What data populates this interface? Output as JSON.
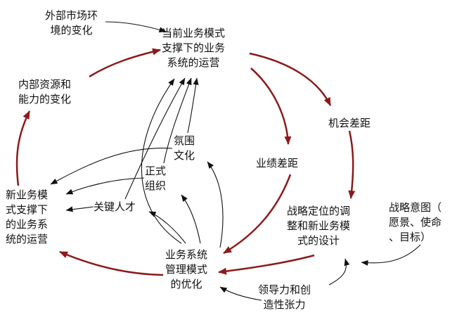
{
  "colors": {
    "loop": "#8b1a1a",
    "influence": "#111111",
    "background": "#ffffff"
  },
  "nodes": {
    "external": "外部市场环\n境的变化",
    "current_ops": "当前业务模式\n支撑下的业务\n系统的运营",
    "internal": "内部资源和\n能力的变化",
    "opportunity_gap": "机会差距",
    "atmosphere": "氛围\n文化",
    "formal_org": "正式\n组织",
    "performance_gap": "业绩差距",
    "new_ops": "新业务模\n式支撑下\n的业务系\n统的运营",
    "key_talent": "关键人才",
    "strategy_design": "战略定位的调\n整和新业务模\n式的设计",
    "strategic_intent": "战略意图（\n愿景、使命\n、目标）",
    "optimization": "业务系统\n管理模式\n的优化",
    "leadership": "领导力和创\n造性张力"
  },
  "links": [
    {
      "from": "current_ops",
      "to": "opportunity_gap",
      "kind": "loop"
    },
    {
      "from": "opportunity_gap",
      "to": "strategy_design",
      "kind": "loop"
    },
    {
      "from": "current_ops",
      "to": "performance_gap",
      "kind": "loop"
    },
    {
      "from": "performance_gap",
      "to": "optimization",
      "kind": "loop"
    },
    {
      "from": "strategy_design",
      "to": "optimization",
      "kind": "loop"
    },
    {
      "from": "optimization",
      "to": "new_ops",
      "kind": "loop"
    },
    {
      "from": "new_ops",
      "to": "internal",
      "kind": "loop"
    },
    {
      "from": "internal",
      "to": "current_ops",
      "kind": "loop"
    },
    {
      "from": "external",
      "to": "current_ops",
      "kind": "influence"
    },
    {
      "from": "atmosphere",
      "to": "new_ops",
      "kind": "influence"
    },
    {
      "from": "formal_org",
      "to": "new_ops",
      "kind": "influence"
    },
    {
      "from": "key_talent",
      "to": "new_ops",
      "kind": "influence"
    },
    {
      "from": "optimization",
      "to": "key_talent",
      "kind": "influence"
    },
    {
      "from": "optimization",
      "to": "formal_org",
      "kind": "influence"
    },
    {
      "from": "optimization",
      "to": "atmosphere",
      "kind": "influence"
    },
    {
      "from": "optimization",
      "to": "current_ops",
      "kind": "influence"
    },
    {
      "from": "key_talent",
      "to": "current_ops",
      "kind": "influence"
    },
    {
      "from": "formal_org",
      "to": "current_ops",
      "kind": "influence"
    },
    {
      "from": "atmosphere",
      "to": "current_ops",
      "kind": "influence"
    },
    {
      "from": "strategic_intent",
      "to": "strategy_design",
      "kind": "influence"
    },
    {
      "from": "leadership",
      "to": "strategy_design",
      "kind": "influence"
    },
    {
      "from": "leadership",
      "to": "optimization",
      "kind": "influence"
    }
  ]
}
